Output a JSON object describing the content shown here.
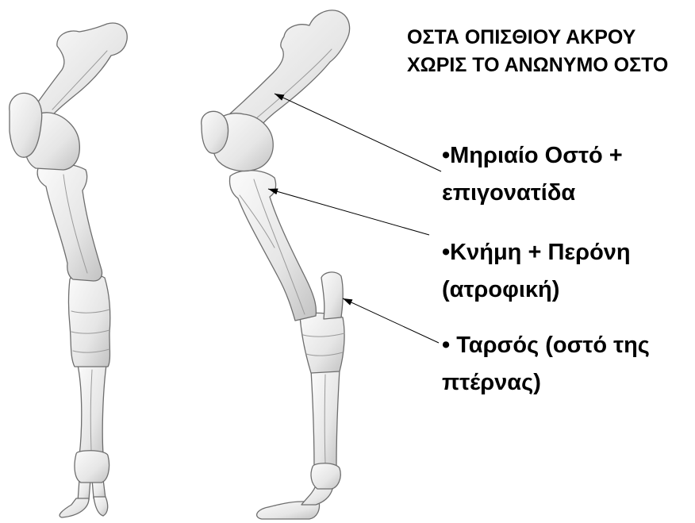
{
  "title": {
    "line1": "ΟΣΤΑ ΟΠΙΣΘΙΟΥ ΑΚΡΟΥ",
    "line2": "ΧΩΡΙΣ ΤΟ ΑΝΩΝΥΜΟ ΟΣΤΟ"
  },
  "labels": [
    {
      "line1": "•Μηριαίο Οστό +",
      "line2": "επιγονατίδα"
    },
    {
      "line1": "•Κνήμη + Περόνη",
      "line2": "(ατροφική)"
    },
    {
      "line1": "• Ταρσός (οστό της",
      "line2": "πτέρνας)"
    }
  ],
  "colors": {
    "background": "#ffffff",
    "text": "#000000",
    "arrow": "#000000"
  }
}
